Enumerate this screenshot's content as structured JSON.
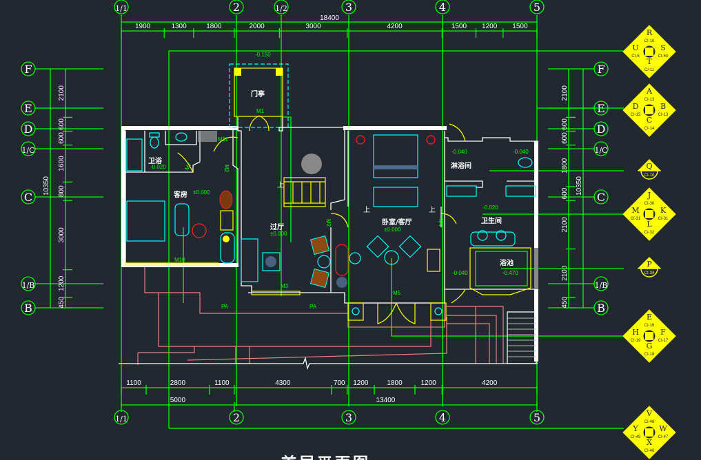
{
  "colors": {
    "background": "#212830",
    "axis": "#00ff00",
    "wall": "#ffffff",
    "furniture": "#00ffff",
    "door": "#ffff00",
    "pipe": "#f08080",
    "symbol": "#ffff00"
  },
  "axes": {
    "vertical": [
      {
        "label": "1/1"
      },
      {
        "label": "2"
      },
      {
        "label": "1/2"
      },
      {
        "label": "3"
      },
      {
        "label": "4"
      },
      {
        "label": "5"
      }
    ],
    "horizontal": [
      {
        "label": "F"
      },
      {
        "label": "E"
      },
      {
        "label": "D"
      },
      {
        "label": "1/C"
      },
      {
        "label": "C"
      },
      {
        "label": "1/B"
      },
      {
        "label": "B"
      }
    ],
    "bottom": [
      {
        "label": "1/1"
      },
      {
        "label": "2"
      },
      {
        "label": "3"
      },
      {
        "label": "4"
      },
      {
        "label": "5"
      }
    ]
  },
  "dimensions": {
    "top_total": "18400",
    "top_segments": [
      1900,
      1300,
      1800,
      2000,
      3000,
      4200,
      1500,
      1200,
      1500
    ],
    "bottom_segments": [
      1100,
      2800,
      1100,
      4300,
      700,
      1200,
      1800,
      1200,
      4200
    ],
    "bottom_totals": [
      5000,
      13400
    ],
    "left_total": "10350",
    "left_segments": [
      2100,
      600,
      600,
      1600,
      800,
      3000,
      1200,
      450
    ],
    "right_total": "10350",
    "right_segments": [
      2100,
      600,
      600,
      1800,
      600,
      2100,
      2100,
      450
    ]
  },
  "rooms": {
    "entry_porch": "门亭",
    "bathroom": "卫浴",
    "guest_room": "客房",
    "hall": "过厅",
    "bedroom": "卧室/客厅",
    "shower": "淋浴间",
    "washroom": "卫生间",
    "bathtub": "浴池"
  },
  "elevations": {
    "entry": "-0.150",
    "bathroom": "-0.020",
    "guest_room": "±0.000",
    "hall": "±0.000",
    "bedroom": "±0.000",
    "shower_left": "-0.040",
    "shower_right": "-0.040",
    "washroom": "-0.020",
    "washroom_lower": "-0.040",
    "bathtub": "-0.470"
  },
  "doors": {
    "m1": "M1",
    "m2a": "M2",
    "m2b": "M2",
    "m3": "M3",
    "m4": "M4",
    "m5": "M5",
    "m7": "M7",
    "m10": "M10",
    "m11": "M11"
  },
  "stairs": {
    "up_hall": "上",
    "up_bed_left": "上",
    "up_bed_right": "上"
  },
  "pipes": {
    "pa1": "PA",
    "pa2": "PA"
  },
  "drawing_title": "首层平面图",
  "index_symbols": [
    {
      "type": "diamond",
      "top": "R",
      "top_code": "CI-10",
      "left": "U",
      "left_code": "CI-5",
      "right": "S",
      "right_code": "CI-50",
      "bottom": "T",
      "bottom_code": "CI-11"
    },
    {
      "type": "diamond",
      "top": "A",
      "top_code": "CI-13",
      "left": "D",
      "left_code": "CI-15",
      "right": "B",
      "right_code": "CI-13",
      "bottom": "C",
      "bottom_code": "CI-14"
    },
    {
      "type": "half",
      "top": "Q",
      "top_code": "CI-10"
    },
    {
      "type": "diamond",
      "top": "J",
      "top_code": "CI-30",
      "left": "M",
      "left_code": "CI-31",
      "right": "K",
      "right_code": "CI-31",
      "bottom": "L",
      "bottom_code": "CI-32"
    },
    {
      "type": "half",
      "top": "P",
      "top_code": "CI-34"
    },
    {
      "type": "diamond",
      "top": "E",
      "top_code": "CI-16",
      "left": "H",
      "left_code": "CI-19",
      "right": "F",
      "right_code": "CI-17",
      "bottom": "G",
      "bottom_code": "CI-18"
    },
    {
      "type": "diamond",
      "top": "V",
      "top_code": "CI-48",
      "left": "Y",
      "left_code": "CI-49",
      "right": "W",
      "right_code": "CI-47",
      "bottom": "X",
      "bottom_code": "CI-46"
    }
  ]
}
